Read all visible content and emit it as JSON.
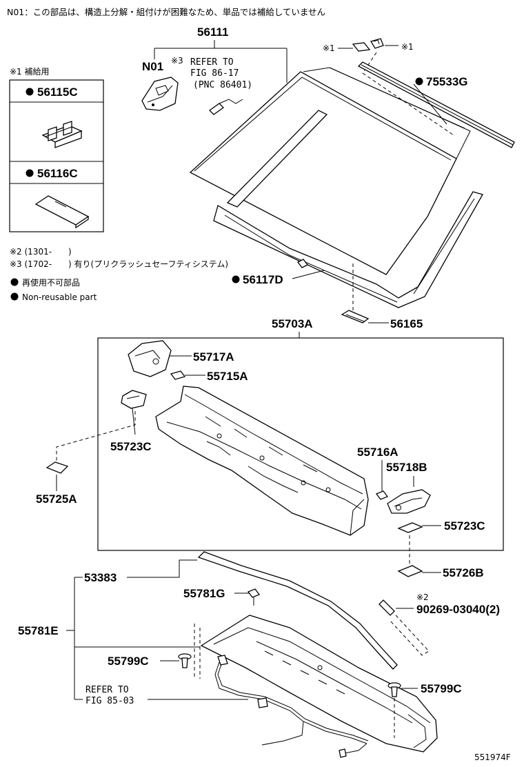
{
  "note_top": "N01：この部品は、構造上分解・組付けが困難なため、単品では補給していません",
  "legend": {
    "supply_title": "※1 補給用",
    "items": [
      "56115C",
      "56116C"
    ],
    "note2": "※2 (1301-　　)",
    "note3": "※3 (1702-　　) 有り(プリクラッシュセーフティシステム)",
    "non_reuse_jp": "再使用不可部品",
    "non_reuse_en": "Non-reusable part"
  },
  "labels": {
    "p56111": "56111",
    "n01": "N01",
    "note3_mark": "※3",
    "refer_a_1": "REFER TO",
    "refer_a_2": "FIG 86-17",
    "refer_a_3": "(PNC 86401)",
    "mark1_left": "※1",
    "mark1_right": "※1",
    "p75533g": "75533G",
    "p56117d": "56117D",
    "p56165": "56165",
    "p55703a": "55703A",
    "p55717a": "55717A",
    "p55715a": "55715A",
    "p55723c_a": "55723C",
    "p55725a": "55725A",
    "p55716a": "55716A",
    "p55718b": "55718B",
    "p55723c_b": "55723C",
    "p55726b": "55726B",
    "p53383": "53383",
    "p55781g": "55781G",
    "p55781e": "55781E",
    "mark2": "※2",
    "p90269": "90269-03040(2)",
    "p55799c_a": "55799C",
    "p55799c_b": "55799C",
    "refer_b_1": "REFER TO",
    "refer_b_2": "FIG 85-03",
    "figure_id": "551974F"
  }
}
